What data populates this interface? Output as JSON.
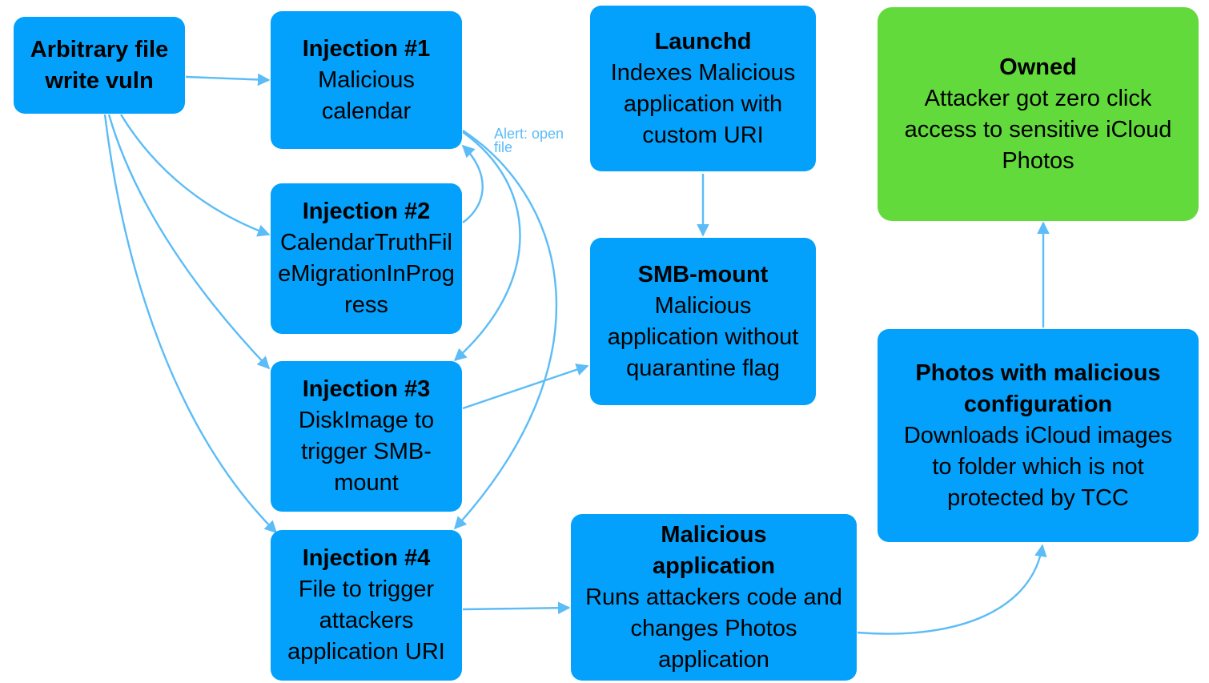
{
  "diagram": {
    "colors": {
      "node": "#03a1fb",
      "final_node": "#62da3c",
      "edge": "#5bbcf7",
      "text": "#000000"
    },
    "nodes": {
      "vuln": {
        "title": "Arbitrary file write vuln",
        "body": ""
      },
      "inj1": {
        "title": "Injection #1",
        "body": "Malicious calendar"
      },
      "inj2": {
        "title": "Injection #2",
        "body": "CalendarTruthFileMigrationInProgress"
      },
      "inj3": {
        "title": "Injection #3",
        "body": "DiskImage to trigger SMB-mount"
      },
      "inj4": {
        "title": "Injection #4",
        "body": "File to trigger attackers application URI"
      },
      "launchd": {
        "title": "Launchd",
        "body": "Indexes Malicious application with custom URI"
      },
      "smb": {
        "title": "SMB-mount",
        "body": "Malicious application without quarantine flag"
      },
      "malapp": {
        "title": "Malicious application",
        "body": "Runs attackers code and changes Photos application"
      },
      "photos": {
        "title": "Photos with malicious configuration",
        "body": "Downloads iCloud images to folder which is not protected by TCC"
      },
      "owned": {
        "title": "Owned",
        "body": "Attacker got zero click access to sensitive iCloud Photos"
      }
    },
    "edge_labels": {
      "alert": "Alert: open file"
    },
    "edges": [
      {
        "from": "vuln",
        "to": "inj1"
      },
      {
        "from": "vuln",
        "to": "inj2"
      },
      {
        "from": "vuln",
        "to": "inj3"
      },
      {
        "from": "vuln",
        "to": "inj4"
      },
      {
        "from": "inj2",
        "to": "inj1"
      },
      {
        "from": "inj1",
        "to": "inj3",
        "label": "Alert: open file"
      },
      {
        "from": "inj1",
        "to": "inj4",
        "label": "Alert: open file"
      },
      {
        "from": "inj3",
        "to": "smb"
      },
      {
        "from": "launchd",
        "to": "smb"
      },
      {
        "from": "inj4",
        "to": "malapp"
      },
      {
        "from": "malapp",
        "to": "photos"
      },
      {
        "from": "photos",
        "to": "owned"
      }
    ]
  }
}
